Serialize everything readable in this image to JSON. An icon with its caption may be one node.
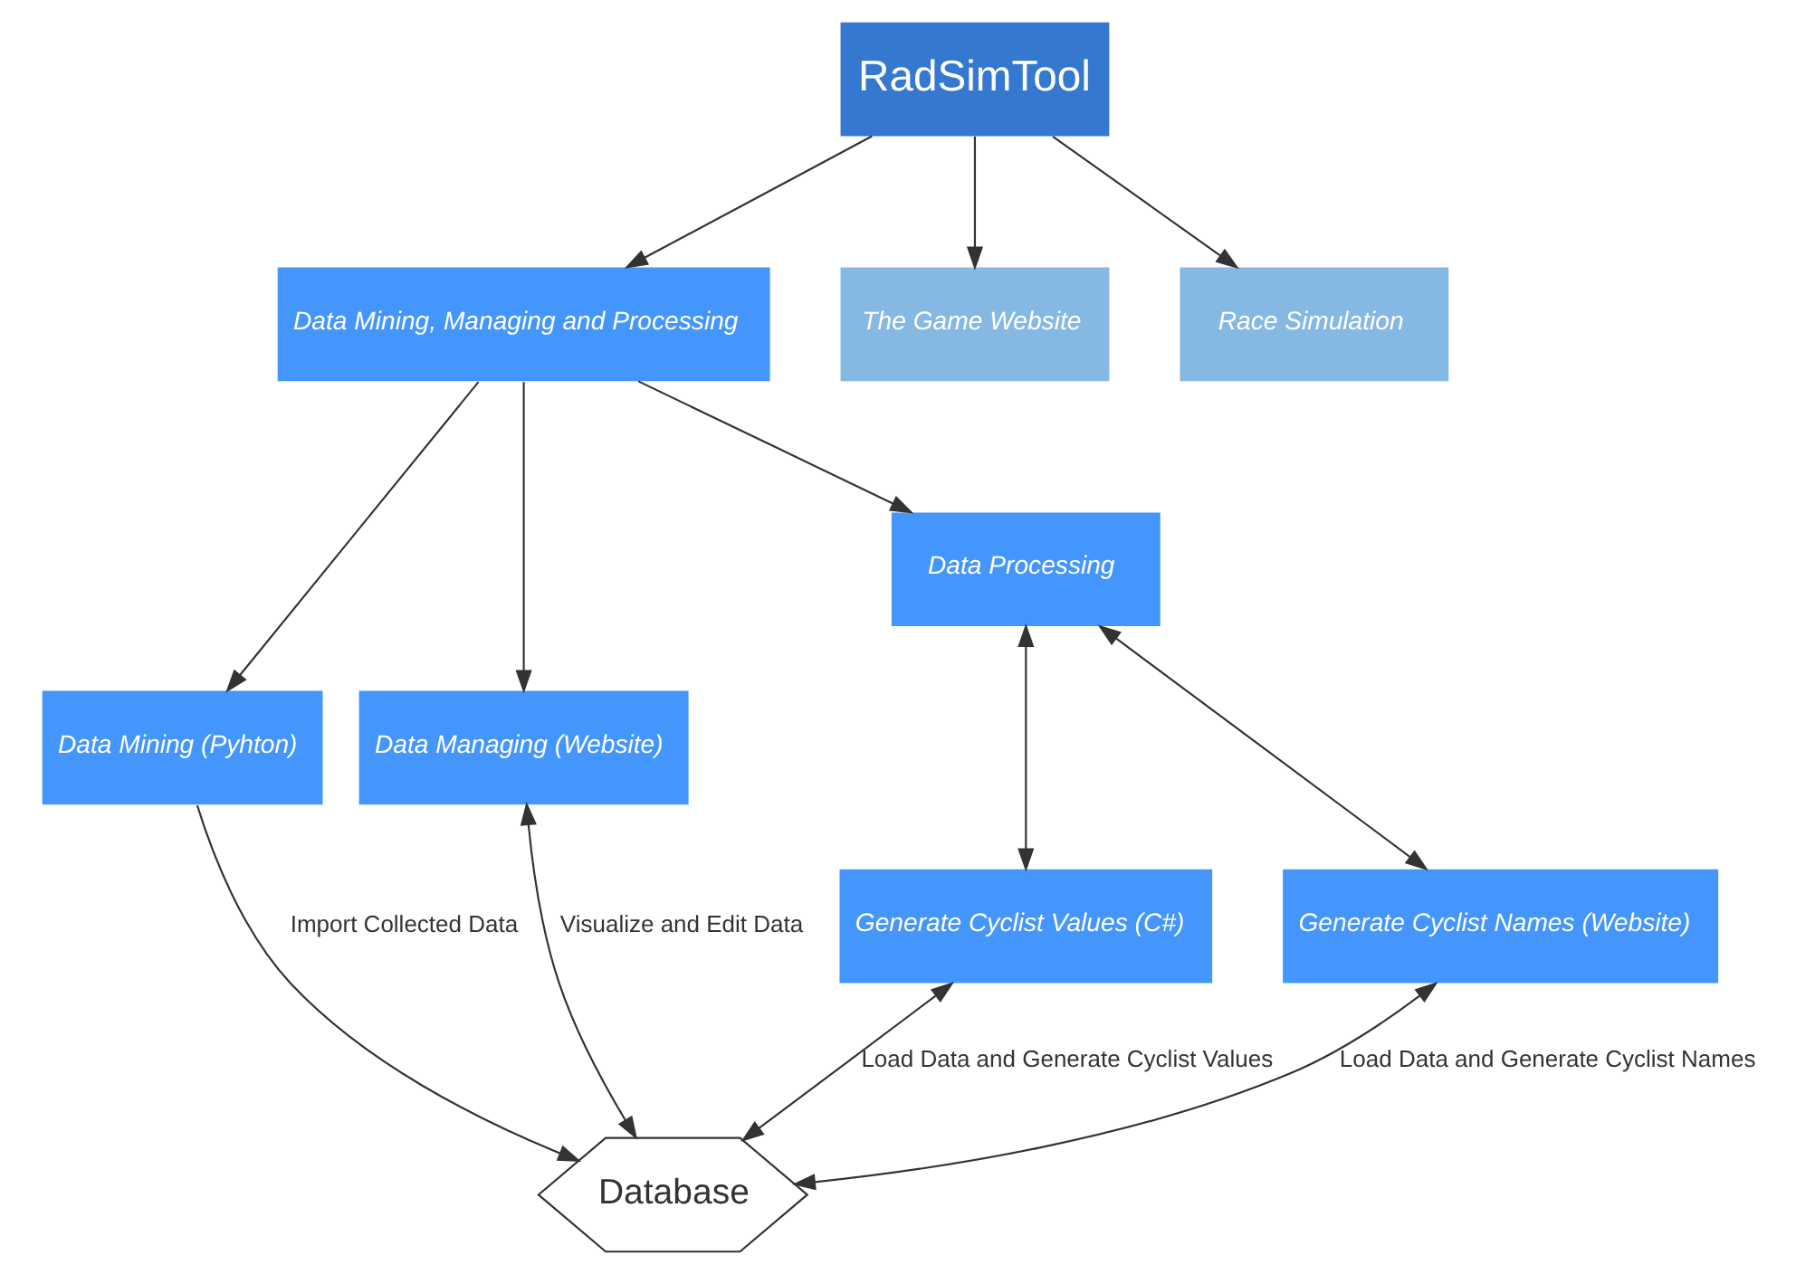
{
  "diagram": {
    "nodes": [
      {
        "text": [
          "RadSimTool"
        ]
      },
      {
        "text": [
          "Data Mining, Managing and Processing"
        ]
      },
      {
        "text": [
          "The Game Website"
        ]
      },
      {
        "text": [
          "Race Simulation"
        ]
      },
      {
        "text": [
          "Data Mining (Pyhton)"
        ]
      },
      {
        "text": [
          "Data Managing (Website)"
        ]
      },
      {
        "text": [
          "Data Processing"
        ]
      },
      {
        "text": [
          "Generate Cyclist Values (C#)"
        ]
      },
      {
        "text": [
          "Generate Cyclist Names (Website)"
        ]
      },
      {
        "text": [
          "Database"
        ]
      }
    ],
    "edges": [
      {
        "from": 0,
        "to": 1,
        "arrow": "to"
      },
      {
        "from": 0,
        "to": 2,
        "arrow": "to"
      },
      {
        "from": 0,
        "to": 3,
        "arrow": "to"
      },
      {
        "from": 1,
        "to": 4,
        "arrow": "to"
      },
      {
        "from": 1,
        "to": 5,
        "arrow": "to"
      },
      {
        "from": 1,
        "to": 6,
        "arrow": "to"
      },
      {
        "from": 4,
        "to": 9,
        "arrow": "to",
        "label": "Import Collected Data"
      },
      {
        "from": 5,
        "to": 9,
        "arrow": "both",
        "label": "Visualize and Edit Data"
      },
      {
        "from": 6,
        "to": 7,
        "arrow": "both"
      },
      {
        "from": 6,
        "to": 8,
        "arrow": "both"
      },
      {
        "from": 7,
        "to": 9,
        "arrow": "both",
        "label": "Load Data and Generate Cyclist Values"
      },
      {
        "from": 8,
        "to": 9,
        "arrow": "both",
        "label": "Load Data and Generate Cyclist Names"
      }
    ]
  }
}
